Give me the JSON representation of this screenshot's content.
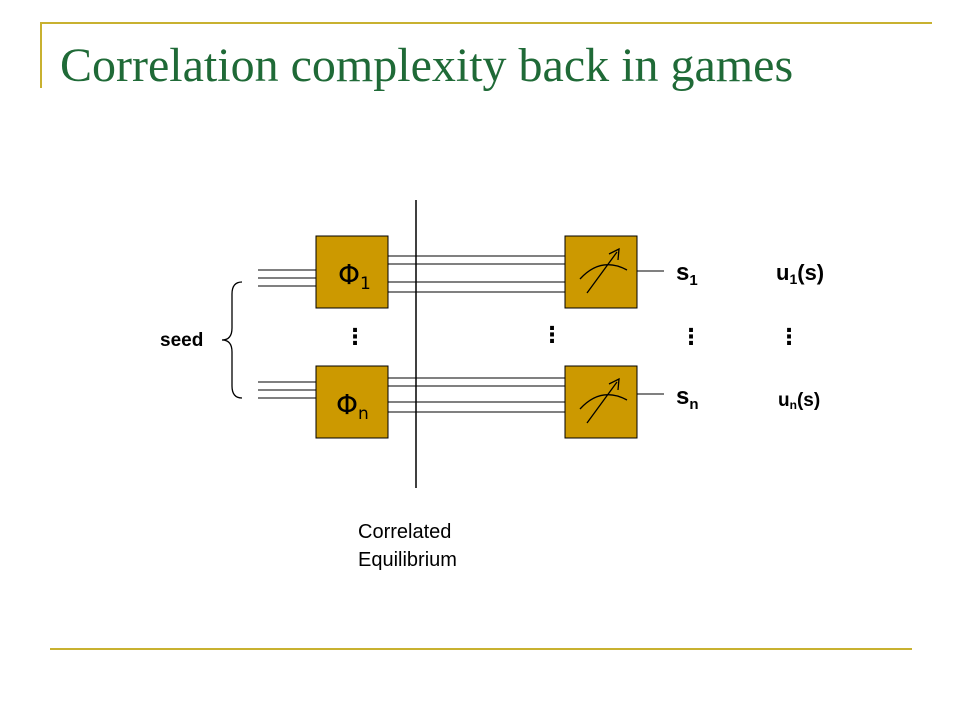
{
  "slide": {
    "title": "Correlation complexity back in games",
    "seed_label": "seed",
    "caption_line1": "Correlated",
    "caption_line2": "Equilibrium"
  },
  "players": {
    "first": {
      "symbol": "Φ",
      "index": "1",
      "strategy": "s",
      "payoff_base": "u",
      "payoff_arg": "(s)"
    },
    "last": {
      "symbol": "Φ",
      "index": "n",
      "strategy": "s",
      "payoff_base": "u",
      "payoff_arg": "(s)"
    }
  },
  "ellipsis": "⋮",
  "colors": {
    "title": "#1f6a37",
    "rule": "#c8b130",
    "box_fill": "#cc9900",
    "line": "#000000"
  }
}
